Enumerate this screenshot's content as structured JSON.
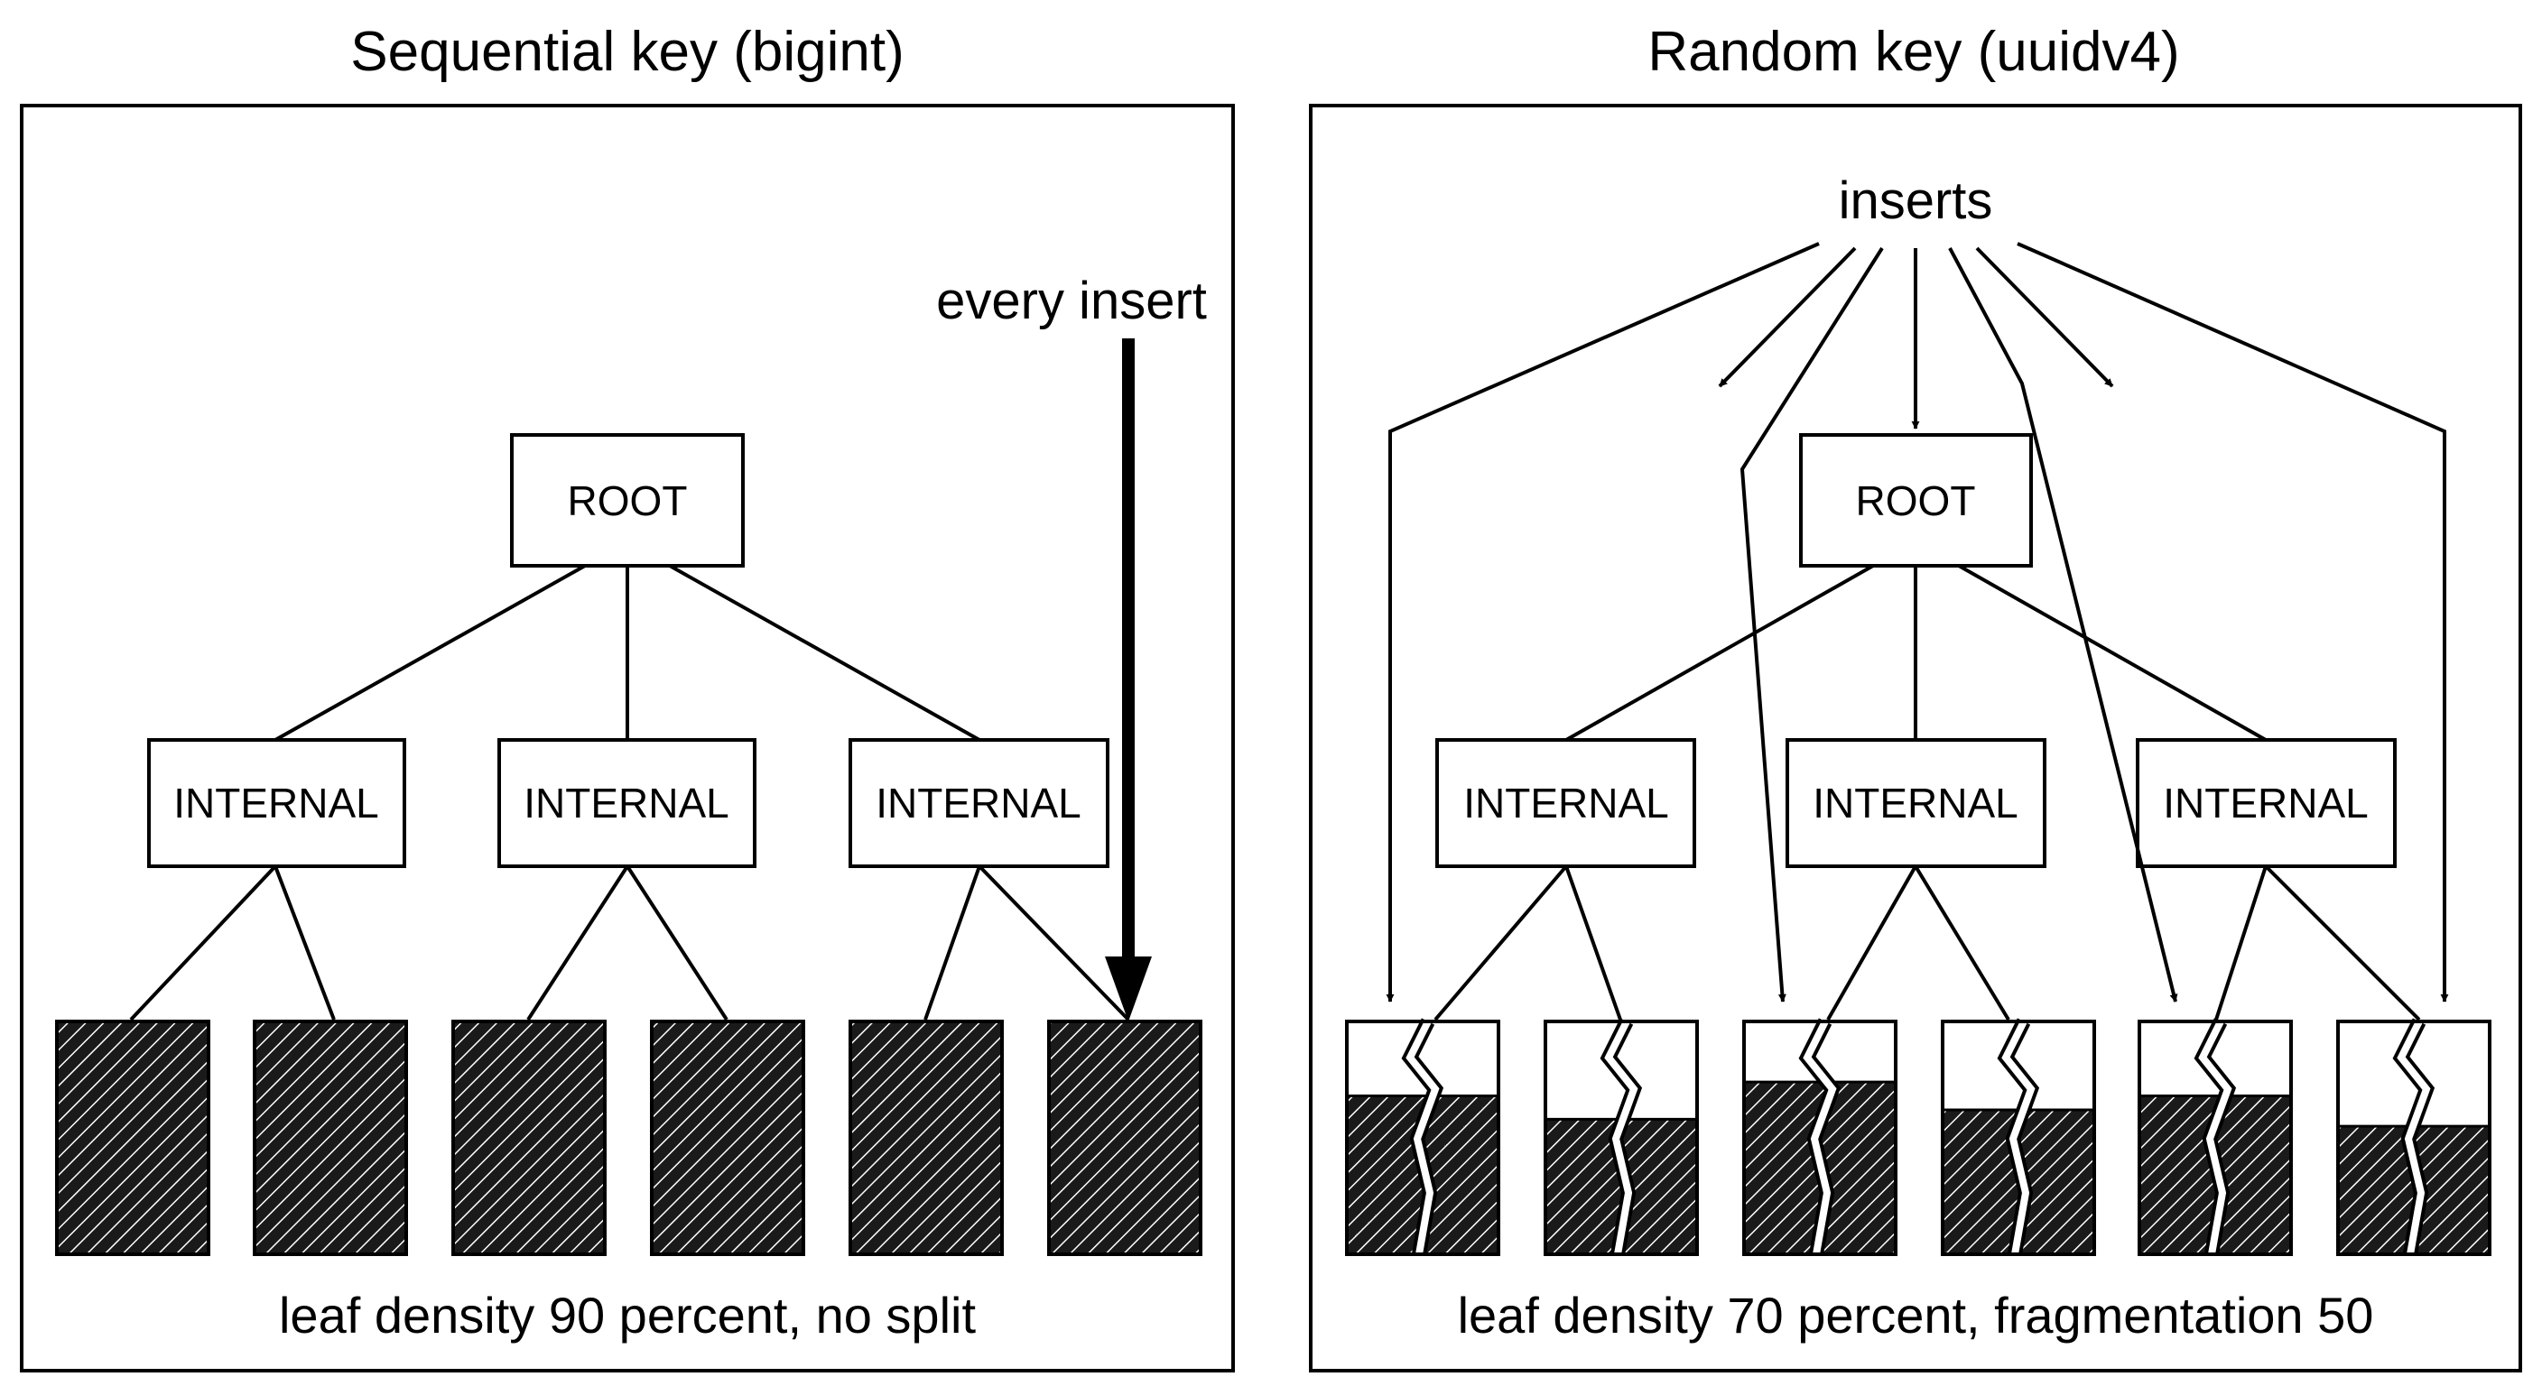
{
  "panels": [
    {
      "title": "Sequential key (bigint)",
      "root_label": "ROOT",
      "internal_labels": [
        "INTERNAL",
        "INTERNAL",
        "INTERNAL"
      ],
      "insert_label": "every insert",
      "caption": "leaf density 90 percent, no split",
      "leaf_fill": [
        1,
        1,
        1,
        1,
        1,
        1
      ],
      "leaf_split": [
        false,
        false,
        false,
        false,
        false,
        false
      ]
    },
    {
      "title": "Random key (uuidv4)",
      "root_label": "ROOT",
      "internal_labels": [
        "INTERNAL",
        "INTERNAL",
        "INTERNAL"
      ],
      "insert_label": "inserts",
      "caption": "leaf density 70 percent, fragmentation 50",
      "leaf_fill": [
        0.68,
        0.58,
        0.74,
        0.62,
        0.68,
        0.55
      ],
      "leaf_split": [
        true,
        true,
        true,
        true,
        true,
        true
      ]
    }
  ],
  "colors": {
    "ink": "#000000",
    "background": "#ffffff"
  }
}
